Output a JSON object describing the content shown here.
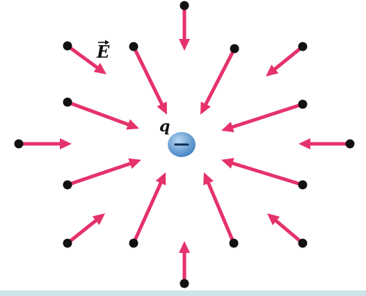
{
  "labels": {
    "charge": "q",
    "field": "E"
  },
  "charge_sign": "negative",
  "field_direction": "inward",
  "icons": {
    "field_vector_arrow": "over-arrow-icon",
    "charge_sign": "minus-icon"
  },
  "colors": {
    "field_arrow": "#e5326a",
    "source_dot": "#111111",
    "charge_fill": "#3f7fc0",
    "charge_highlight": "#b8d8f2",
    "charge_sign": "#0d2d4f",
    "bottom_bar": "#cfe3ea",
    "background": "#ffffff"
  },
  "field_line_count": 16
}
